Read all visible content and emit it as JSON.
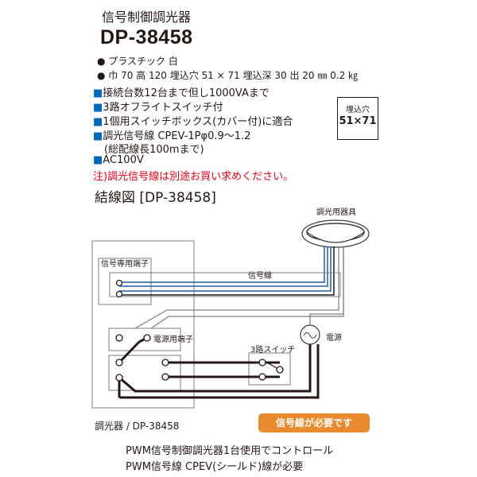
{
  "header": {
    "title": "信号制御調光器",
    "model": "DP-38458"
  },
  "specs": [
    "● プラスチック 白",
    "● 巾 70 高 120 埋込穴 51 × 71 埋込深 30 出 20 ㎜ 0.2 ㎏"
  ],
  "features": [
    "接続台数12台まで但し1000VAまで",
    "3路オフライトスイッチ付",
    "1個用スイッチボックス(カバー付)に適合",
    "調光信号線 CPEV-1Pφ0.9〜1.2",
    "(総配線長100mまで)",
    "AC100V"
  ],
  "note": "注)調光信号線は別途お買い求めください。",
  "embed_box": {
    "label": "埋込穴",
    "size": "51×71"
  },
  "wiring": {
    "title": "結線図 [DP-38458]",
    "fixture_label": "調光用器具",
    "signal_terminal_label": "信号専用端子",
    "signal_line_label": "信号線",
    "power_terminal_label": "電源用端子",
    "power_label": "電源",
    "switch_label": "3路スイッチ",
    "dimmer_caption": "調光器 / DP-38458",
    "badge": "信号線が必要です"
  },
  "footer": [
    "PWM信号制御調光器1台使用でコントロール",
    "PWM信号線 CPEV(シールド)線が必要"
  ],
  "colors": {
    "signal_line": "#1f5fa8",
    "badge": "#ea8a2e",
    "accent_blue": "#0068b7",
    "note_red": "#e60012"
  }
}
